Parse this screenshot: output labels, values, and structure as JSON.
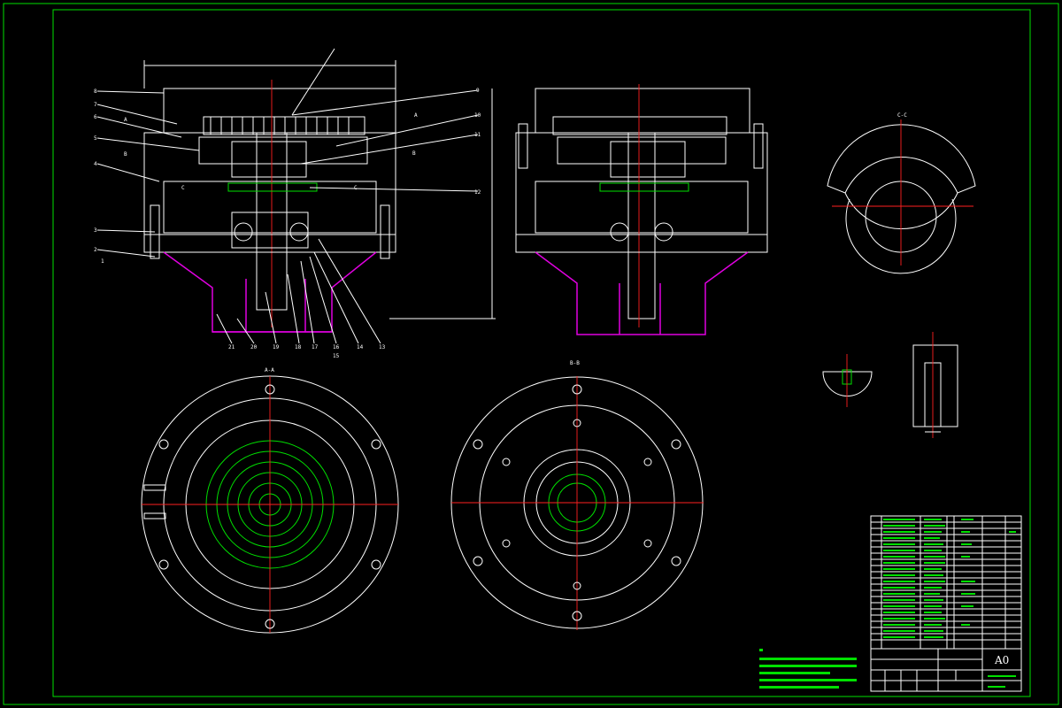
{
  "sheet": {
    "format": "A0",
    "border_color": "#00e000",
    "outline_color": "#ffffff",
    "centerline_color": "#ff2020",
    "housing_color": "#e000e0"
  },
  "views": {
    "section_aa": "A-A",
    "section_bb": "B-B",
    "section_cc": "C-C"
  },
  "part_numbers_right": [
    "9",
    "10",
    "11",
    "12"
  ],
  "part_numbers_left": [
    "8",
    "7",
    "6",
    "5",
    "4",
    "3",
    "2",
    "1"
  ],
  "part_numbers_bottom": [
    "21",
    "20",
    "19",
    "18",
    "17",
    "16",
    "15",
    "14",
    "13"
  ],
  "section_marks": [
    "A",
    "A",
    "B",
    "B",
    "C",
    "C"
  ],
  "title_block": {
    "format_label": "A0"
  }
}
